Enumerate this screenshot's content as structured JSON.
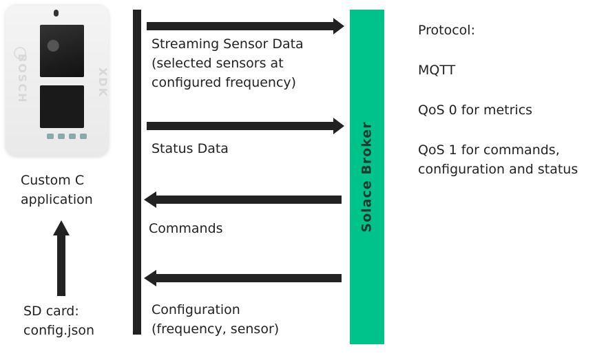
{
  "device": {
    "brand_left": "BOSCH",
    "brand_right": "XDK"
  },
  "left": {
    "app_label": "Custom C\napplication",
    "sd_label": "SD card:\nconfig.json"
  },
  "flows": [
    {
      "label": "Streaming Sensor Data\n(selected sensors at\nconfigured frequency)",
      "direction": "to-broker"
    },
    {
      "label": "Status Data",
      "direction": "to-broker"
    },
    {
      "label": "Commands",
      "direction": "to-device"
    },
    {
      "label": "Configuration\n(frequency, sensor)",
      "direction": "to-device"
    }
  ],
  "broker": {
    "label": "Solace Broker",
    "color": "#00c389"
  },
  "protocol": {
    "title": "Protocol:",
    "name": "MQTT",
    "qos0": "QoS 0 for metrics",
    "qos1": "QoS 1 for commands,\nconfiguration and status"
  }
}
